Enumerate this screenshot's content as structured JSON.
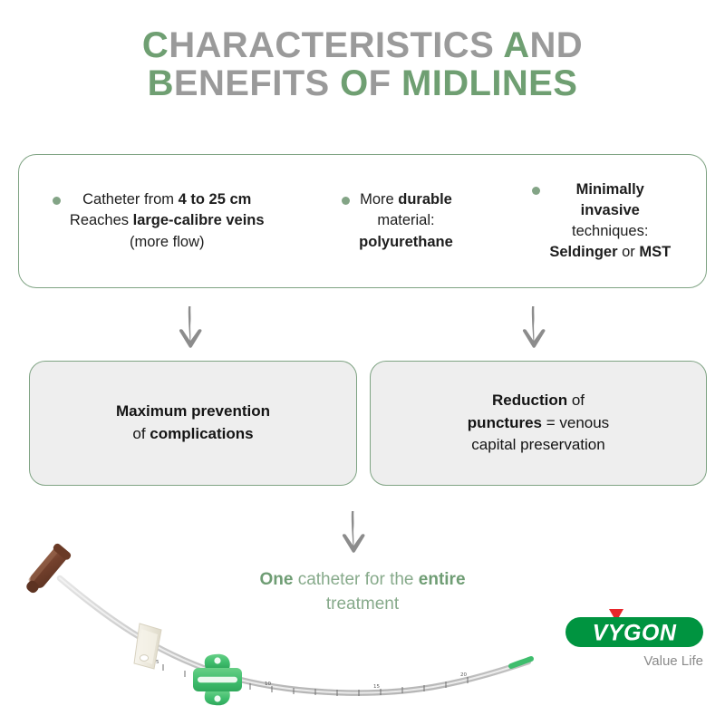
{
  "title": {
    "line1_part1": "C",
    "line1_part2": "HARACTERISTICS ",
    "line1_part3": "A",
    "line1_part4": "ND",
    "line2_part1": "B",
    "line2_part2": "ENEFITS ",
    "line2_part3": "O",
    "line2_part4": "F ",
    "line2_part5": "MIDLINES",
    "full_text": "CHARACTERISTICS AND BENEFITS OF MIDLINES",
    "color_green": "#6f9f72",
    "color_gray": "#9a9a9a"
  },
  "features": {
    "bullets": [
      {
        "line1_a": "Catheter from ",
        "line1_b": "4 to 25 cm",
        "line2_a": "Reaches ",
        "line2_b": "large-calibre veins",
        "line3_a": "(more flow)",
        "plain": "Catheter from 4 to 25 cm Reaches large-calibre veins (more flow)"
      },
      {
        "line1_a": "More ",
        "line1_b": "durable",
        "line2_a": "material:",
        "line3_b": "polyurethane",
        "plain": "More durable material: polyurethane"
      },
      {
        "line1_b": "Minimally",
        "line2_b": "invasive",
        "line3_a": "techniques:",
        "line4_b": "Seldinger",
        "line4_a": " or ",
        "line4_c": "MST",
        "plain": "Minimally invasive techniques: Seldinger or MST"
      }
    ],
    "border_color": "#7fa383",
    "bullet_dot_color": "#83a486"
  },
  "results": [
    {
      "line1_b": "Maximum prevention",
      "line2_a": "of ",
      "line2_b": "complications",
      "plain": "Maximum prevention of complications"
    },
    {
      "line1_b": "Reduction",
      "line1_a": " of",
      "line2_b": "punctures",
      "line2_a": " = venous",
      "line3_a": "capital preservation",
      "plain": "Reduction of punctures = venous capital preservation"
    }
  ],
  "result_box_fill": "#eeeeee",
  "closing": {
    "part1": "One",
    "part2": " catheter for the ",
    "part3": "entire",
    "part4": "treatment",
    "plain": "One catheter for the entire treatment",
    "color": "#87aa8b"
  },
  "arrows": {
    "icon": "arrow-down-icon",
    "color": "#8c8c8c",
    "count": 3
  },
  "illustration": {
    "name": "midline-catheter-illustration",
    "hub_color": "#7b4a33",
    "tube_color": "#cfcfcf",
    "clamp_color": "#f2efe6",
    "wing_color": "#4cbd6e",
    "tip_color": "#3fbd6d"
  },
  "logo": {
    "brand": "VYGON",
    "tagline": "Value Life",
    "pill_color": "#009440",
    "triangle_color": "#e8262b",
    "tagline_color": "#8a8a8a"
  }
}
